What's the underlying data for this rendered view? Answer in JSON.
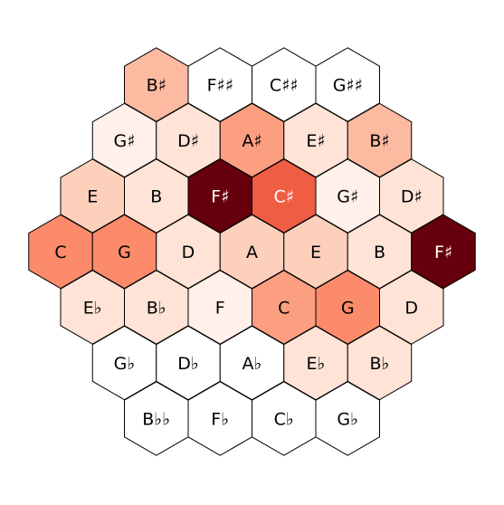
{
  "diagram": {
    "type": "hexagonal-note-grid",
    "palette": [
      "#ffffff",
      "#fff0e9",
      "#ffe3d7",
      "#fdd0bc",
      "#fcbba1",
      "#fc9e80",
      "#fb8b6b",
      "#ef5d43",
      "#67000d"
    ],
    "stroke_color": "#000000",
    "dark_text_color": "#000000",
    "light_text_color": "#ffffff",
    "rows": [
      {
        "cells": [
          {
            "label": "B♯",
            "level": 4
          },
          {
            "label": "F♯♯",
            "level": 0
          },
          {
            "label": "C♯♯",
            "level": 0
          },
          {
            "label": "G♯♯",
            "level": 0
          }
        ]
      },
      {
        "cells": [
          {
            "label": "G♯",
            "level": 1
          },
          {
            "label": "D♯",
            "level": 2
          },
          {
            "label": "A♯",
            "level": 5
          },
          {
            "label": "E♯",
            "level": 2
          },
          {
            "label": "B♯",
            "level": 4
          }
        ]
      },
      {
        "cells": [
          {
            "label": "E",
            "level": 3
          },
          {
            "label": "B",
            "level": 2
          },
          {
            "label": "F♯",
            "level": 8
          },
          {
            "label": "C♯",
            "level": 7
          },
          {
            "label": "G♯",
            "level": 1
          },
          {
            "label": "D♯",
            "level": 2
          }
        ]
      },
      {
        "cells": [
          {
            "label": "C",
            "level": 6
          },
          {
            "label": "G",
            "level": 6
          },
          {
            "label": "D",
            "level": 2
          },
          {
            "label": "A",
            "level": 3
          },
          {
            "label": "E",
            "level": 3
          },
          {
            "label": "B",
            "level": 2
          },
          {
            "label": "F♯",
            "level": 8
          }
        ]
      },
      {
        "cells": [
          {
            "label": "E♭",
            "level": 2
          },
          {
            "label": "B♭",
            "level": 2
          },
          {
            "label": "F",
            "level": 1
          },
          {
            "label": "C",
            "level": 5
          },
          {
            "label": "G",
            "level": 6
          },
          {
            "label": "D",
            "level": 2
          }
        ]
      },
      {
        "cells": [
          {
            "label": "G♭",
            "level": 0
          },
          {
            "label": "D♭",
            "level": 0
          },
          {
            "label": "A♭",
            "level": 0
          },
          {
            "label": "E♭",
            "level": 2
          },
          {
            "label": "B♭",
            "level": 2
          }
        ]
      },
      {
        "cells": [
          {
            "label": "B♭♭",
            "level": 0
          },
          {
            "label": "F♭",
            "level": 0
          },
          {
            "label": "C♭",
            "level": 0
          },
          {
            "label": "G♭",
            "level": 0
          }
        ]
      }
    ]
  }
}
